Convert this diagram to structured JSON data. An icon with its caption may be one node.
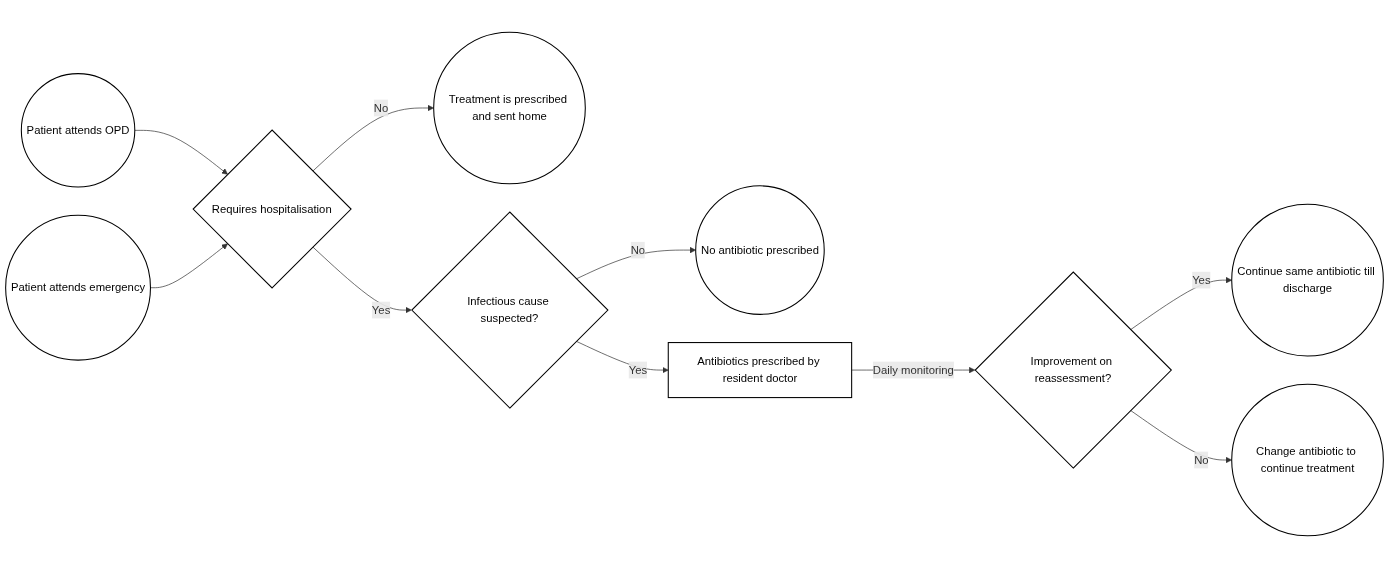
{
  "diagram": {
    "nodes": [
      {
        "text": [
          "Patient attends OPD"
        ]
      },
      {
        "text": [
          "Patient attends emergency"
        ]
      },
      {
        "text": [
          "Requires hospitalisation"
        ]
      },
      {
        "text": [
          "Treatment is prescribed and sent home"
        ]
      },
      {
        "text": [
          "Infectious cause suspected?"
        ]
      },
      {
        "text": [
          "No antibiotic prescribed"
        ]
      },
      {
        "text": [
          "Antibiotics prescribed by resident doctor"
        ]
      },
      {
        "text": [
          "Improvement on reassessment?"
        ]
      },
      {
        "text": [
          "Change antibiotic to continue treatment"
        ]
      },
      {
        "text": [
          "Continue same antibiotic till discharge"
        ]
      }
    ],
    "edges": [
      {
        "from": 0,
        "to": 2,
        "arrow": "to"
      },
      {
        "from": 1,
        "to": 2,
        "arrow": "to"
      },
      {
        "from": 2,
        "to": 4,
        "arrow": "to",
        "label": "Yes"
      },
      {
        "from": 2,
        "to": 3,
        "arrow": "to",
        "label": "No"
      },
      {
        "from": 4,
        "to": 6,
        "arrow": "to",
        "label": "Yes"
      },
      {
        "from": 4,
        "to": 5,
        "arrow": "to",
        "label": "No"
      },
      {
        "from": 6,
        "to": 7,
        "arrow": "to",
        "label": "Daily monitoring"
      },
      {
        "from": 7,
        "to": 9,
        "arrow": "to",
        "label": "Yes"
      },
      {
        "from": 7,
        "to": 8,
        "arrow": "to",
        "label": "No"
      }
    ]
  }
}
